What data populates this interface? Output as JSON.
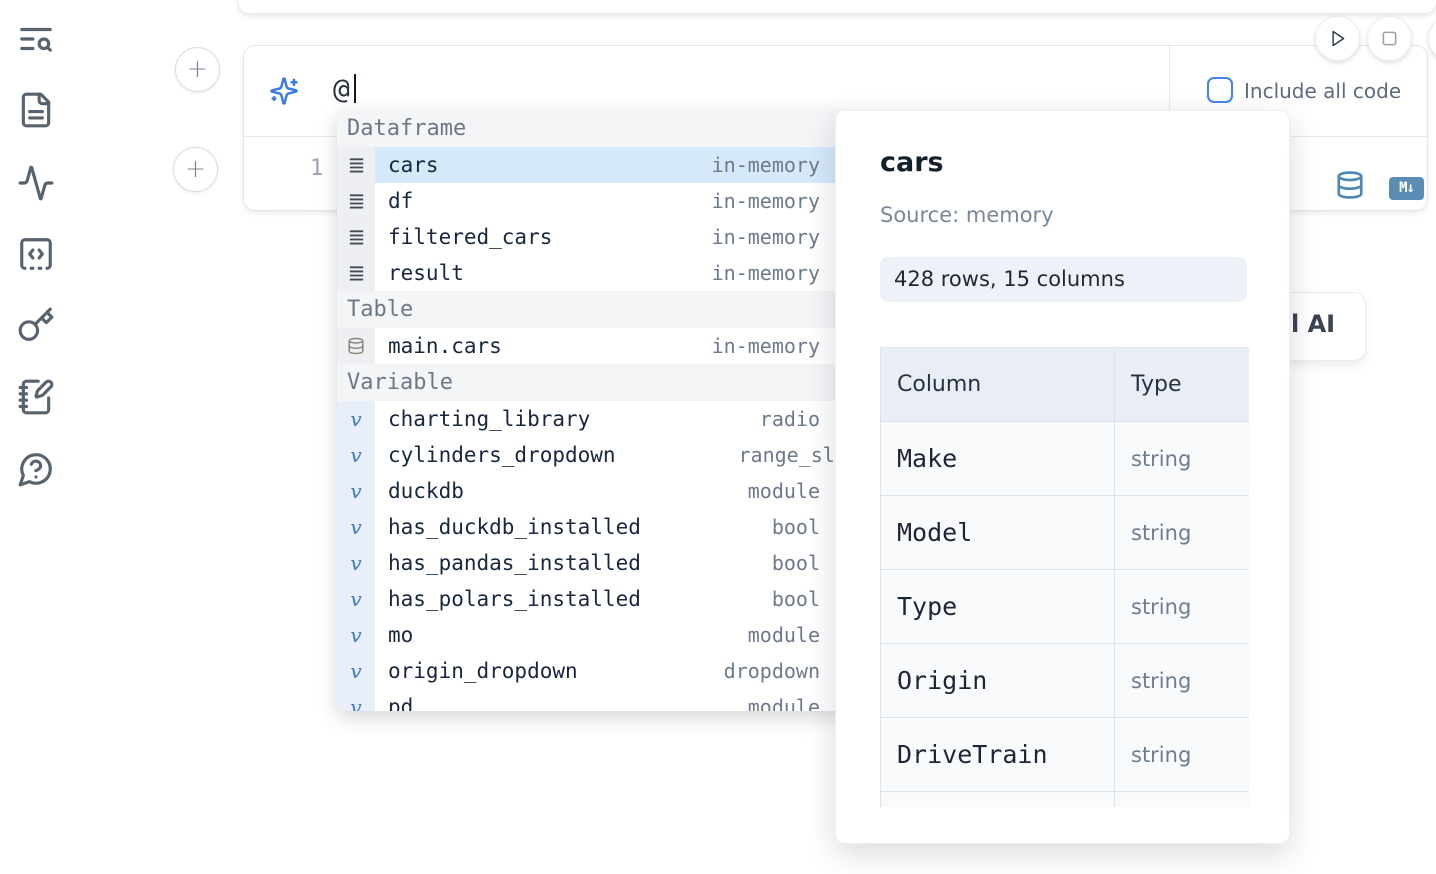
{
  "icons": {
    "add": "+",
    "markdown_badge": "M↓",
    "variable_glyph": "v"
  },
  "colors": {
    "accent": "#4285f4",
    "steel_blue": "#4d87b4",
    "selected_row": "#d6e9fb"
  },
  "sidebar": {
    "items": [
      "search-notebook",
      "file-explorer",
      "tracing",
      "snippets",
      "secrets",
      "scratchpad",
      "help"
    ]
  },
  "prompt": {
    "value": "@",
    "include_all_code_label": "Include all code",
    "checkbox_checked": false
  },
  "cell": {
    "line_number": "1"
  },
  "ai_button": {
    "visible_fragment": "l AI"
  },
  "autocomplete": {
    "sections": [
      {
        "label": "Dataframe",
        "items": [
          {
            "name": "cars",
            "type": "in-memory",
            "selected": true
          },
          {
            "name": "df",
            "type": "in-memory",
            "selected": false
          },
          {
            "name": "filtered_cars",
            "type": "in-memory",
            "selected": false
          },
          {
            "name": "result",
            "type": "in-memory",
            "selected": false
          }
        ]
      },
      {
        "label": "Table",
        "items": [
          {
            "name": "main.cars",
            "type": "in-memory",
            "selected": false
          }
        ]
      },
      {
        "label": "Variable",
        "items": [
          {
            "name": "charting_library",
            "type": "radio"
          },
          {
            "name": "cylinders_dropdown",
            "type": "range_slider"
          },
          {
            "name": "duckdb",
            "type": "module"
          },
          {
            "name": "has_duckdb_installed",
            "type": "bool"
          },
          {
            "name": "has_pandas_installed",
            "type": "bool"
          },
          {
            "name": "has_polars_installed",
            "type": "bool"
          },
          {
            "name": "mo",
            "type": "module"
          },
          {
            "name": "origin_dropdown",
            "type": "dropdown"
          },
          {
            "name": "pd",
            "type": "module"
          }
        ]
      }
    ]
  },
  "panel": {
    "title": "cars",
    "source": "Source: memory",
    "shape": "428 rows, 15 columns",
    "table": {
      "headers": [
        "Column",
        "Type"
      ],
      "rows": [
        [
          "Make",
          "string"
        ],
        [
          "Model",
          "string"
        ],
        [
          "Type",
          "string"
        ],
        [
          "Origin",
          "string"
        ],
        [
          "DriveTrain",
          "string"
        ],
        [
          "",
          ""
        ]
      ]
    }
  }
}
